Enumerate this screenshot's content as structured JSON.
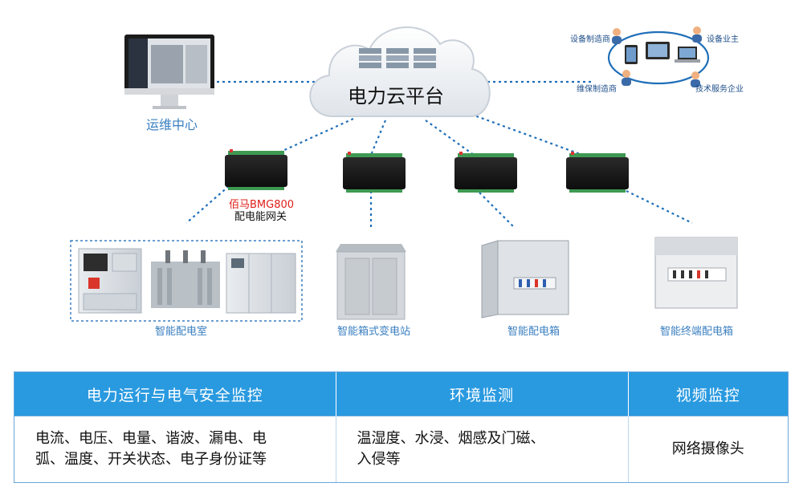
{
  "cloud": {
    "label": "电力云平台"
  },
  "ops_center": {
    "label": "运维中心"
  },
  "stakeholders": {
    "top_left": "设备制造商",
    "top_right": "设备业主",
    "bottom_left": "维保制造商",
    "bottom_right": "技术服务企业"
  },
  "gateway": {
    "model": "佰马BMG800",
    "desc": "配电能网关"
  },
  "sites": [
    {
      "label": "智能配电室"
    },
    {
      "label": "智能箱式变电站"
    },
    {
      "label": "智能配电箱"
    },
    {
      "label": "智能终端配电箱"
    }
  ],
  "colors": {
    "accent": "#2a9ae0",
    "red": "#e0201a",
    "line": "#1f6fb8"
  },
  "table": {
    "headers": [
      "电力运行与电气安全监控",
      "环境监测",
      "视频监控"
    ],
    "cells": [
      [
        "电流、电压、电量、谐波、漏电、电",
        "弧、温度、开关状态、电子身份证等"
      ],
      [
        "温湿度、水浸、烟感及门磁、",
        "入侵等"
      ],
      [
        "网络摄像头"
      ]
    ]
  }
}
